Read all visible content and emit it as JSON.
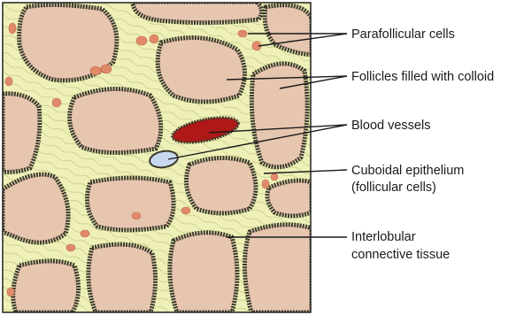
{
  "labels": {
    "parafollicular": "Parafollicular cells",
    "follicles": "Follicles filled with colloid",
    "blood_vessels": "Blood vessels",
    "cuboidal_line1": "Cuboidal epithelium",
    "cuboidal_line2": "(follicular cells)",
    "interlobular_line1": "Interlobular",
    "interlobular_line2": "connective tissue"
  },
  "colors": {
    "connective_tissue": "#eef0b8",
    "colloid": "#e7c6b0",
    "epithelium_border": "#3a3a2a",
    "parafollicular_cell": "#e08a6a",
    "blood_vessel_artery": "#b01818",
    "blood_vessel_vein": "#c8d8f0"
  }
}
